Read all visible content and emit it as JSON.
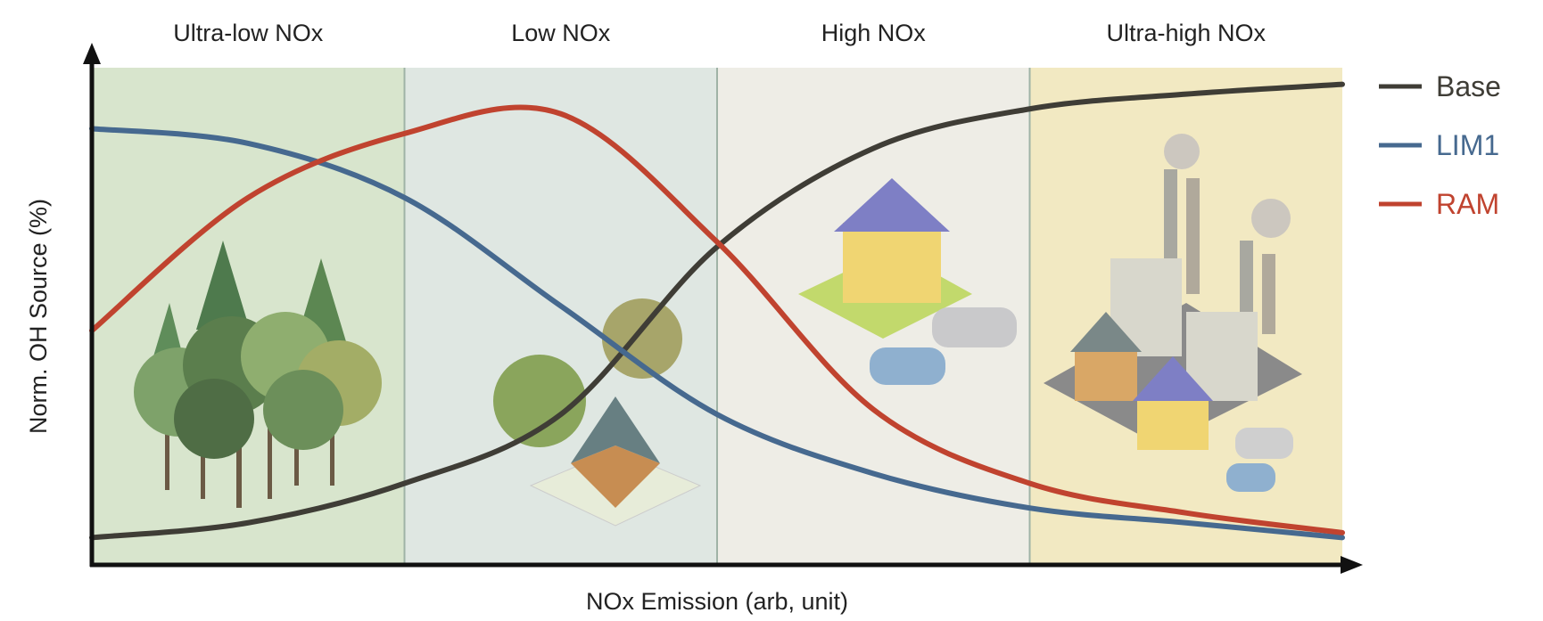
{
  "chart_data": {
    "type": "line",
    "title": "",
    "xlabel": "NOx Emission (arb, unit)",
    "ylabel": "Norm. OH Source (%)",
    "xlim": [
      0,
      4
    ],
    "ylim": [
      0,
      1
    ],
    "grid": false,
    "legend_position": "right",
    "regions": [
      {
        "label": "Ultra-low NOx",
        "range": [
          0,
          1
        ],
        "color": "#d8e5cd"
      },
      {
        "label": "Low NOx",
        "range": [
          1,
          2
        ],
        "color": "#dfe7e2"
      },
      {
        "label": "High NOx",
        "range": [
          2,
          3
        ],
        "color": "#eeede6"
      },
      {
        "label": "Ultra-high NOx",
        "range": [
          3,
          4
        ],
        "color": "#f2e9c2"
      }
    ],
    "x": [
      0,
      0.5,
      1,
      1.5,
      2,
      2.5,
      3,
      3.5,
      4
    ],
    "series": [
      {
        "name": "Base",
        "color": "#3f3d36",
        "values": [
          0.05,
          0.08,
          0.16,
          0.3,
          0.64,
          0.84,
          0.92,
          0.95,
          0.97
        ]
      },
      {
        "name": "LIM1",
        "color": "#46698f",
        "values": [
          0.88,
          0.85,
          0.74,
          0.52,
          0.3,
          0.18,
          0.11,
          0.08,
          0.05
        ]
      },
      {
        "name": "RAM",
        "color": "#c0432f",
        "values": [
          0.47,
          0.74,
          0.87,
          0.91,
          0.65,
          0.31,
          0.16,
          0.1,
          0.06
        ]
      }
    ]
  }
}
